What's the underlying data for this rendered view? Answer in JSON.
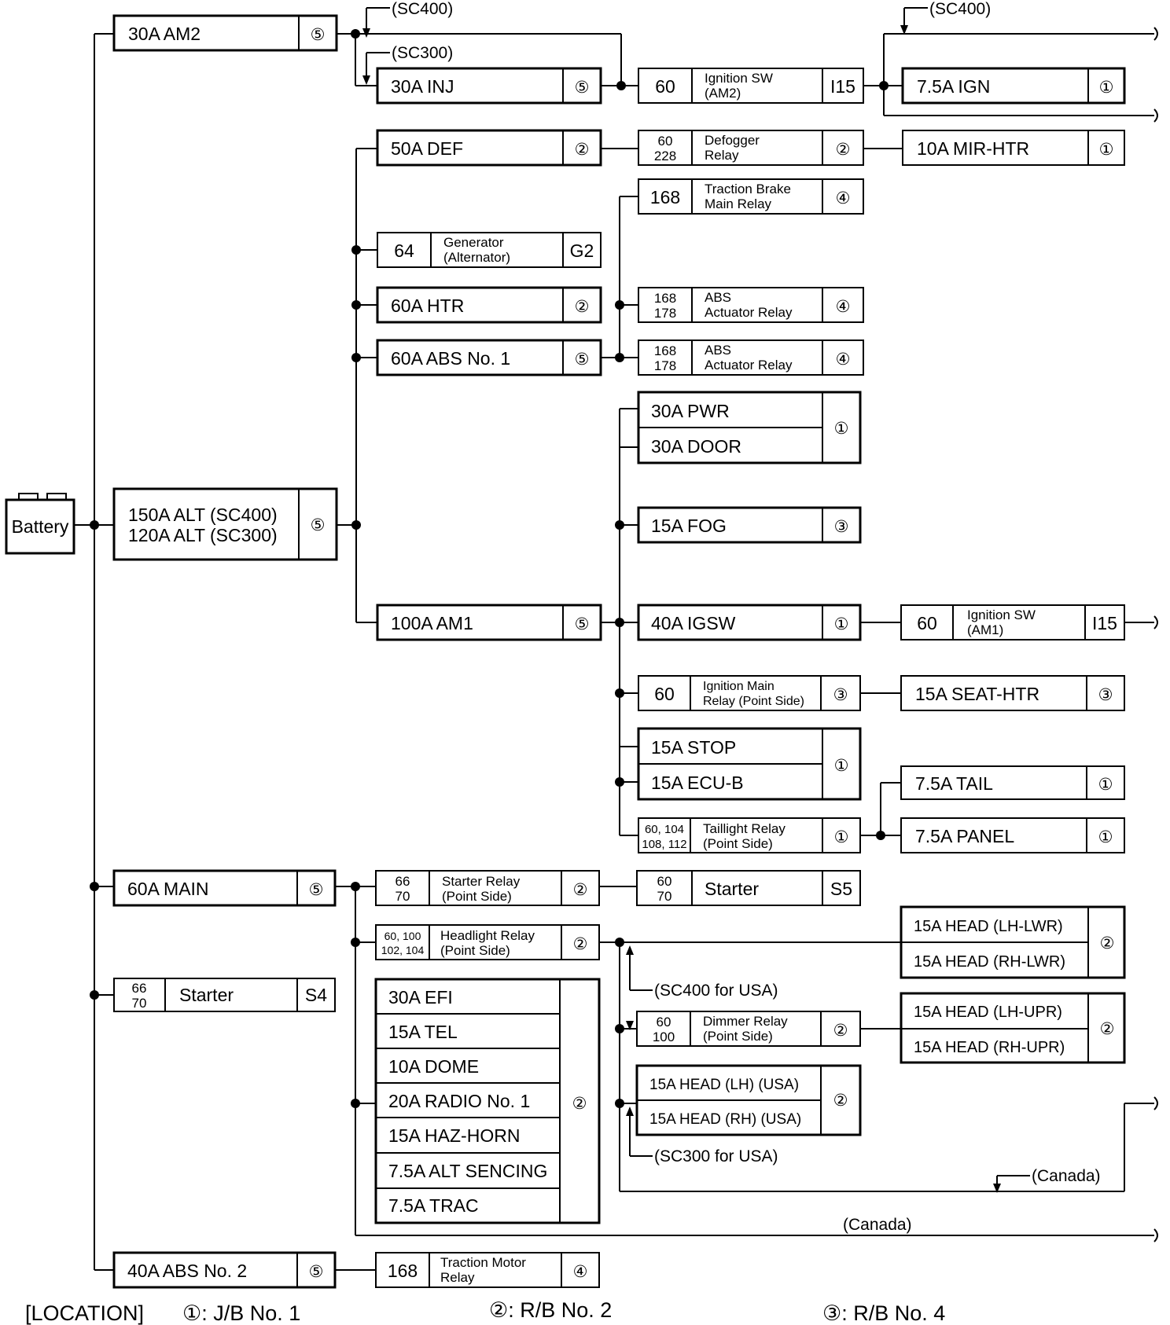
{
  "title": "",
  "battery": "Battery",
  "fuses": {
    "am2": {
      "label": "30A AM2",
      "loc": "⑤"
    },
    "inj": {
      "label": "30A INJ",
      "loc": "⑤"
    },
    "def": {
      "label": "50A DEF",
      "loc": "②"
    },
    "htr": {
      "label": "60A HTR",
      "loc": "②"
    },
    "abs1": {
      "label": "60A ABS No. 1",
      "loc": "⑤"
    },
    "alt": {
      "label1": "150A ALT (SC400)",
      "label2": "120A ALT (SC300)",
      "loc": "⑤"
    },
    "am1": {
      "label": "100A AM1",
      "loc": "⑤"
    },
    "main": {
      "label": "60A MAIN",
      "loc": "⑤"
    },
    "abs2": {
      "label": "40A ABS No. 2",
      "loc": "⑤"
    },
    "ign": {
      "label": "7.5A IGN",
      "loc": "①"
    },
    "mirhtr": {
      "label": "10A MIR-HTR",
      "loc": "①"
    },
    "pwr": {
      "label": "30A PWR"
    },
    "door": {
      "label": "30A DOOR"
    },
    "pwr_door_loc": "①",
    "fog": {
      "label": "15A FOG",
      "loc": "③"
    },
    "igsw": {
      "label": "40A IGSW",
      "loc": "①"
    },
    "seathtr": {
      "label": "15A SEAT-HTR",
      "loc": "③"
    },
    "stop": {
      "label": "15A STOP"
    },
    "ecub": {
      "label": "15A ECU-B"
    },
    "stop_ecub_loc": "①",
    "tail": {
      "label": "7.5A TAIL",
      "loc": "①"
    },
    "panel": {
      "label": "7.5A PANEL",
      "loc": "①"
    },
    "head_lh_lwr": {
      "label": "15A HEAD (LH-LWR)"
    },
    "head_rh_lwr": {
      "label": "15A HEAD (RH-LWR)"
    },
    "head_lwr_loc": "②",
    "head_lh_upr": {
      "label": "15A HEAD (LH-UPR)"
    },
    "head_rh_upr": {
      "label": "15A HEAD (RH-UPR)"
    },
    "head_upr_loc": "②",
    "head_lh_usa": {
      "label": "15A HEAD (LH) (USA)"
    },
    "head_rh_usa": {
      "label": "15A HEAD (RH) (USA)"
    },
    "head_usa_loc": "②",
    "group": [
      "30A EFI",
      "15A TEL",
      "10A DOME",
      "20A RADIO No. 1",
      "15A HAZ-HORN",
      "7.5A ALT SENCING",
      "7.5A TRAC"
    ],
    "group_loc": "②"
  },
  "components": {
    "ign_sw_am2": {
      "code": "60",
      "name1": "Ignition SW",
      "name2": "(AM2)",
      "loc": "I15"
    },
    "defogger": {
      "code1": "60",
      "code2": "228",
      "name1": "Defogger",
      "name2": "Relay",
      "loc": "②"
    },
    "traction_brake": {
      "code": "168",
      "name1": "Traction Brake",
      "name2": "Main Relay",
      "loc": "④"
    },
    "generator": {
      "code": "64",
      "name1": "Generator",
      "name2": "(Alternator)",
      "loc": "G2"
    },
    "abs_act_1": {
      "code1": "168",
      "code2": "178",
      "name1": "ABS",
      "name2": "Actuator Relay",
      "loc": "④"
    },
    "abs_act_2": {
      "code1": "168",
      "code2": "178",
      "name1": "ABS",
      "name2": "Actuator Relay",
      "loc": "④"
    },
    "ign_sw_am1": {
      "code": "60",
      "name1": "Ignition SW",
      "name2": "(AM1)",
      "loc": "I15"
    },
    "ign_main_relay": {
      "code": "60",
      "name1": "Ignition Main",
      "name2": "Relay (Point Side)",
      "loc": "③"
    },
    "taillight_relay": {
      "code1": "60, 104",
      "code2": "108, 112",
      "name1": "Taillight Relay",
      "name2": "(Point Side)",
      "loc": "①"
    },
    "starter_relay": {
      "code1": "66",
      "code2": "70",
      "name1": "Starter Relay",
      "name2": "(Point Side)",
      "loc": "②"
    },
    "starter_s5": {
      "code1": "60",
      "code2": "70",
      "name": "Starter",
      "loc": "S5"
    },
    "starter_s4": {
      "code1": "66",
      "code2": "70",
      "name": "Starter",
      "loc": "S4"
    },
    "headlight_relay": {
      "code1": "60, 100",
      "code2": "102, 104",
      "name1": "Headlight Relay",
      "name2": "(Point Side)",
      "loc": "②"
    },
    "dimmer_relay": {
      "code1": "60",
      "code2": "100",
      "name1": "Dimmer Relay",
      "name2": "(Point Side)",
      "loc": "②"
    },
    "traction_motor": {
      "code": "168",
      "name1": "Traction Motor",
      "name2": "Relay",
      "loc": "④"
    }
  },
  "notes": {
    "sc400_a": "(SC400)",
    "sc300": "(SC300)",
    "sc400_b": "(SC400)",
    "sc400_usa": "(SC400 for USA)",
    "sc300_usa": "(SC300 for USA)",
    "canada_a": "(Canada)",
    "canada_b": "(Canada)"
  },
  "legend": {
    "heading": "[LOCATION]",
    "items": [
      "①: J/B No. 1",
      "②: R/B No. 2",
      "③: R/B No. 4"
    ]
  }
}
